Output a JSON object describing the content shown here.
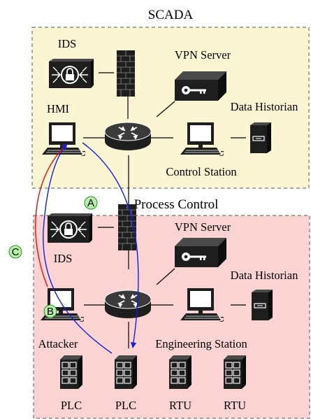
{
  "zones": {
    "scada": {
      "title": "SCADA",
      "fill": "#fbf5d3"
    },
    "process": {
      "title": "Process Control",
      "fill": "#fbd3d3"
    }
  },
  "scada_nodes": {
    "ids": "IDS",
    "hmi": "HMI",
    "vpn": "VPN Server",
    "historian": "Data Historian",
    "control_station": "Control Station"
  },
  "process_nodes": {
    "ids": "IDS",
    "attacker": "Attacker",
    "vpn": "VPN Server",
    "historian": "Data Historian",
    "engineering_station": "Engineering Station",
    "field_devices": [
      "PLC",
      "PLC",
      "RTU",
      "RTU"
    ]
  },
  "markers": {
    "a": "A",
    "b": "B",
    "c": "C"
  },
  "colors": {
    "marker_fill": "#b5f0a8",
    "marker_stroke": "#2a8a2a",
    "path_red": "#e01010",
    "path_blue": "#1020d8",
    "firewall": "#1e1e1e"
  },
  "icons": [
    "ids-icon",
    "firewall-icon",
    "vpn-server-icon",
    "router-icon",
    "workstation-icon",
    "server-icon",
    "plc-icon"
  ]
}
